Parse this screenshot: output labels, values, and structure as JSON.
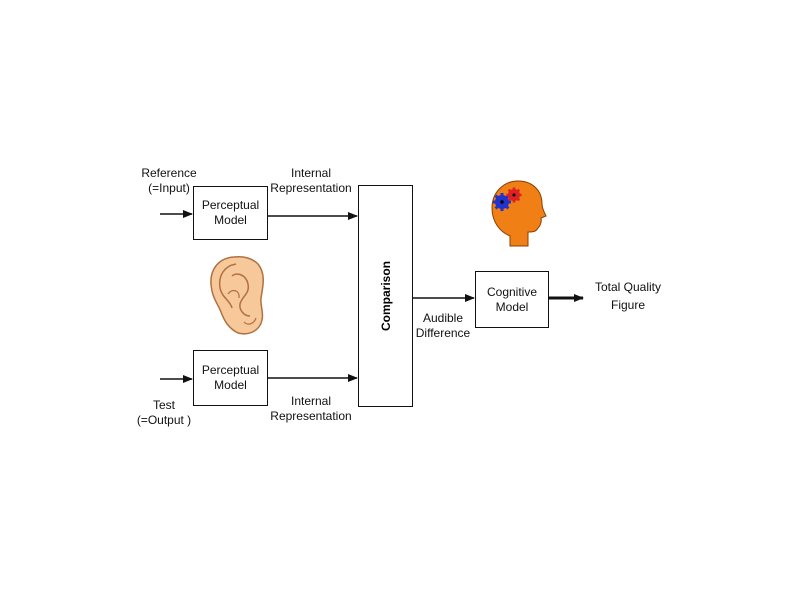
{
  "inputs": {
    "reference_line1": "Reference",
    "reference_line2": "(=Input)",
    "test_line1": "Test",
    "test_line2": "(=Output )"
  },
  "top_model": {
    "line1": "Perceptual",
    "line2": "Model"
  },
  "bottom_model": {
    "line1": "Perceptual",
    "line2": "Model"
  },
  "internal_top": {
    "line1": "Internal",
    "line2": "Representation"
  },
  "internal_bottom": {
    "line1": "Internal",
    "line2": "Representation"
  },
  "comparison": {
    "label": "Comparison"
  },
  "audible": {
    "line1": "Audible",
    "line2": "Difference"
  },
  "cognitive": {
    "line1": "Cognitive",
    "line2": "Model"
  },
  "output": {
    "line1": "Total  Quality",
    "line2": "Figure"
  },
  "colors": {
    "ear_skin": "#f7c89a",
    "head": "#f07f15",
    "gear_blue": "#2233cc",
    "gear_red": "#dd2222"
  }
}
